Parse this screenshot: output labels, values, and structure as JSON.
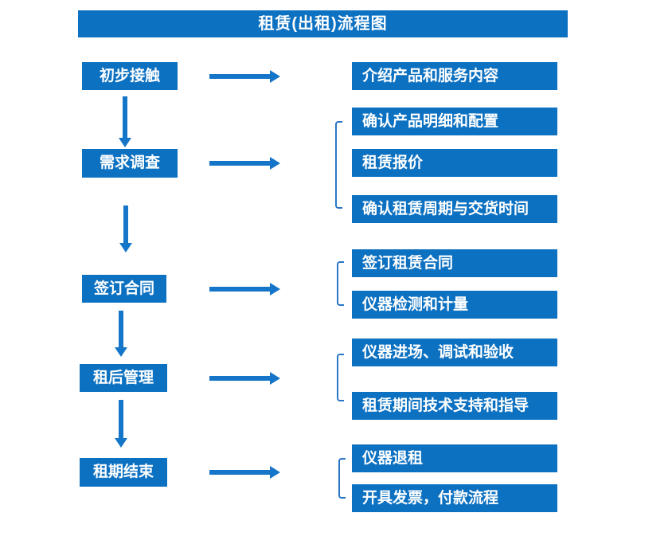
{
  "title": "租赁(出租)流程图",
  "colors": {
    "box": "#0d71c2",
    "arrow": "#1576c9",
    "bracket": "#2a76c5",
    "text": "#ffffff",
    "background": "#ffffff"
  },
  "steps": [
    {
      "label": "初步接触",
      "outputs": [
        "介绍产品和服务内容"
      ]
    },
    {
      "label": "需求调查",
      "outputs": [
        "确认产品明细和配置",
        "租赁报价",
        "确认租赁周期与交货时间"
      ]
    },
    {
      "label": "签订合同",
      "outputs": [
        "签订租赁合同",
        "仪器检测和计量"
      ]
    },
    {
      "label": "租后管理",
      "outputs": [
        "仪器进场、调试和验收",
        "租赁期间技术支持和指导"
      ]
    },
    {
      "label": "租期结束",
      "outputs": [
        "仪器退租",
        "开具发票，付款流程"
      ]
    }
  ]
}
